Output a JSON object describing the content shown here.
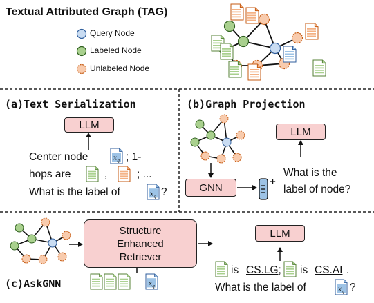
{
  "header": {
    "title": "Textual Attributed Graph (TAG)",
    "legend": [
      {
        "label": "Query Node",
        "color": "#c9dcf2",
        "stroke": "#2f5e9c",
        "style": "solid"
      },
      {
        "label": "Labeled Node",
        "color": "#a9d08e",
        "stroke": "#2f5f1f",
        "style": "solid"
      },
      {
        "label": "Unlabeled Node",
        "color": "#f8cbad",
        "stroke": "#c55a11",
        "style": "dashed"
      }
    ]
  },
  "panel_a": {
    "title": "(a)Text Serialization",
    "llm": "LLM",
    "line1_a": "Center node",
    "line1_b": "; 1-",
    "line2_a": "hops are",
    "line2_b": ",",
    "line2_c": "; ...",
    "line3_a": "What is the label of",
    "line3_b": "?"
  },
  "panel_b": {
    "title": "(b)Graph Projection",
    "llm": "LLM",
    "gnn": "GNN",
    "q1": "What is the",
    "q2": "label of node?"
  },
  "panel_c": {
    "title": "(c)AskGNN",
    "retriever": [
      "Structure",
      "Enhanced",
      "Retriever"
    ],
    "llm": "LLM",
    "is1": "is",
    "label1": "CS.LG;",
    "is2": "is",
    "label2": "CS.AI",
    "dot": ".",
    "q_a": "What is the label of",
    "q_b": "?"
  },
  "doc_query_label": "x_q",
  "colors": {
    "llm_fill": "#f8d0d0",
    "doc_green": "#a9d08e",
    "doc_orange": "#f4b183",
    "doc_blue": "#9dc3e6"
  }
}
